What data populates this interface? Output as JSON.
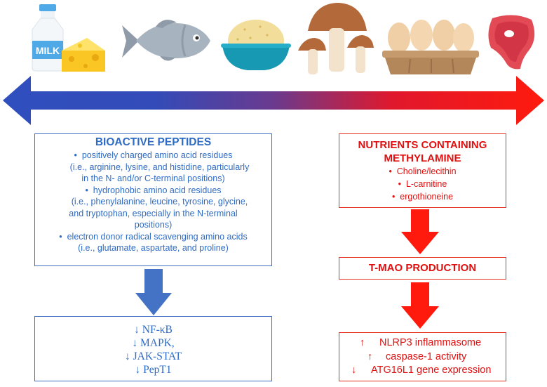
{
  "food_icons": [
    {
      "icon": "milk-bottle-icon",
      "text": "MILK"
    },
    {
      "icon": "cheese-icon"
    },
    {
      "icon": "fish-icon"
    },
    {
      "icon": "grain-bowl-icon"
    },
    {
      "icon": "mushrooms-icon"
    },
    {
      "icon": "egg-carton-icon"
    },
    {
      "icon": "steak-icon"
    }
  ],
  "colors": {
    "blue": "#2e6bc4",
    "blue_arrow": "#4472c4",
    "red": "#e01010",
    "red_arrow": "#ff1a0d"
  },
  "left": {
    "title": "BIOACTIVE PEPTIDES",
    "items": [
      {
        "bullet": "positively charged amino acid residues",
        "detail": [
          "(i.e., arginine, lysine, and histidine, particularly",
          "in the N- and/or C-terminal positions)"
        ]
      },
      {
        "bullet": "hydrophobic amino acid residues",
        "detail": [
          "(i.e., phenylalanine, leucine, tyrosine, glycine,",
          "and tryptophan, especially in the N-terminal",
          "positions)"
        ]
      },
      {
        "bullet": "electron donor radical scavenging amino acids",
        "detail": [
          "(i.e., glutamate, aspartate, and proline)"
        ]
      }
    ],
    "effects": [
      "↓ NF-κB",
      "↓ MAPK,",
      "↓ JAK-STAT",
      "↓ PepT1"
    ]
  },
  "right": {
    "title_lines": [
      "NUTRIENTS CONTAINING",
      "METHYLAMINE"
    ],
    "items": [
      "Choline/lecithin",
      "L-carnitine",
      "ergothioneine"
    ],
    "production": "T-MAO PRODUCTION",
    "effects": [
      {
        "arrow": "↑",
        "text": "NLRP3 inflammasome"
      },
      {
        "arrow": "↑",
        "text": "caspase-1 activity"
      },
      {
        "arrow": "↓",
        "text": "ATG16L1 gene expression"
      }
    ]
  }
}
